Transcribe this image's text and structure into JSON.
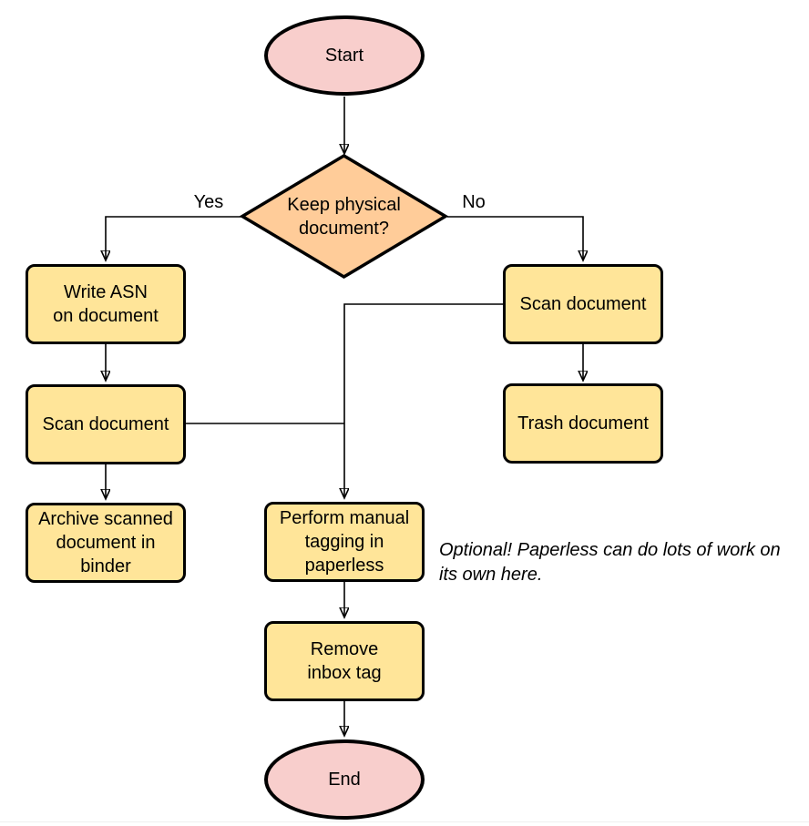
{
  "diagram": {
    "type": "flowchart",
    "nodes": [
      {
        "id": "start",
        "shape": "terminator",
        "label": "Start"
      },
      {
        "id": "keep-physical-decision",
        "shape": "decision",
        "label": "Keep physical\ndocument?"
      },
      {
        "id": "write-asn",
        "shape": "process",
        "label": "Write ASN\non document"
      },
      {
        "id": "scan-document-left",
        "shape": "process",
        "label": "Scan document"
      },
      {
        "id": "archive-binder",
        "shape": "process",
        "label": "Archive scanned\ndocument in\nbinder"
      },
      {
        "id": "scan-document-right",
        "shape": "process",
        "label": "Scan document"
      },
      {
        "id": "trash-document",
        "shape": "process",
        "label": "Trash document"
      },
      {
        "id": "manual-tagging",
        "shape": "process",
        "label": "Perform manual\ntagging in\npaperless"
      },
      {
        "id": "remove-inbox-tag",
        "shape": "process",
        "label": "Remove\ninbox tag"
      },
      {
        "id": "end",
        "shape": "terminator",
        "label": "End"
      }
    ],
    "edge_labels": [
      {
        "id": "yes",
        "text": "Yes"
      },
      {
        "id": "no",
        "text": "No"
      }
    ],
    "annotation": "Optional! Paperless can do lots of work on\nits own here.",
    "colors": {
      "terminator_fill": "#F8CECC",
      "decision_fill": "#FFCC99",
      "process_fill": "#FFE599",
      "stroke": "#000000",
      "background": "#FFFFFF"
    }
  }
}
